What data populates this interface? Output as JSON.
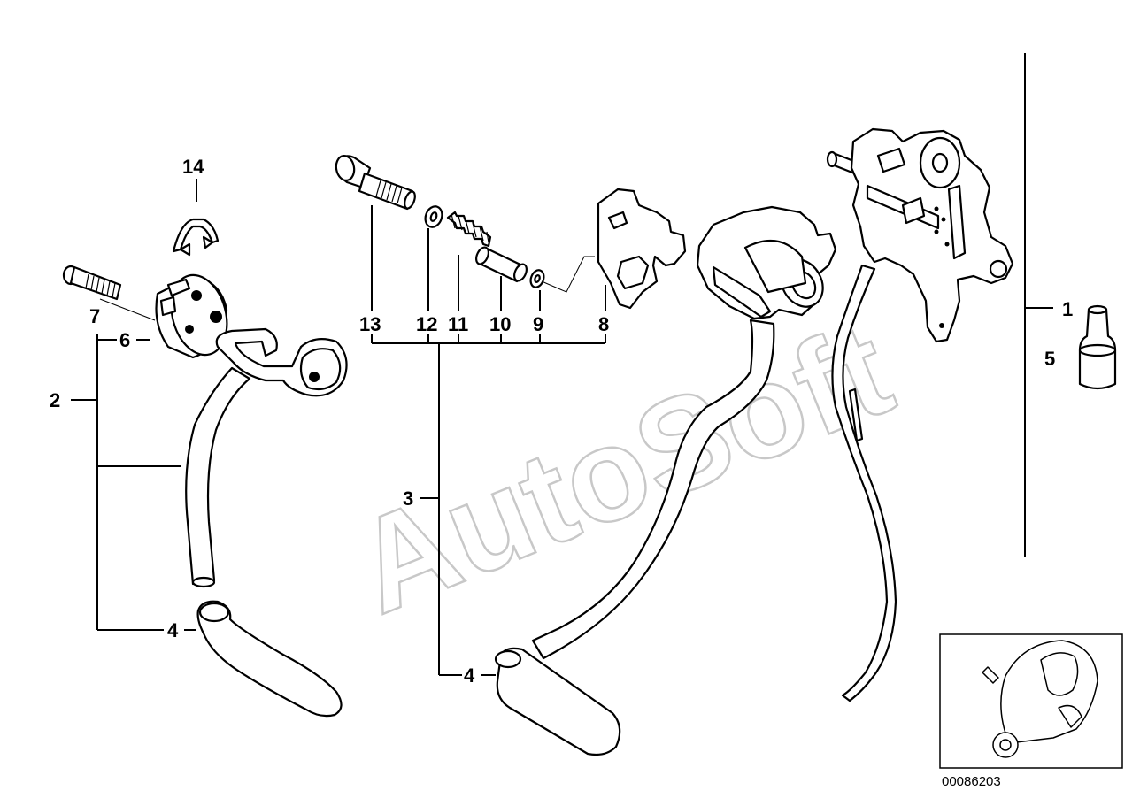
{
  "diagram": {
    "watermark": "AutoSoft",
    "reference_number": "00086203",
    "callouts": {
      "c1": "1",
      "c2": "2",
      "c3": "3",
      "c4a": "4",
      "c4b": "4",
      "c5": "5",
      "c6": "6",
      "c7": "7",
      "c8": "8",
      "c9": "9",
      "c10": "10",
      "c11": "11",
      "c12": "12",
      "c13": "13",
      "c14": "14"
    }
  }
}
